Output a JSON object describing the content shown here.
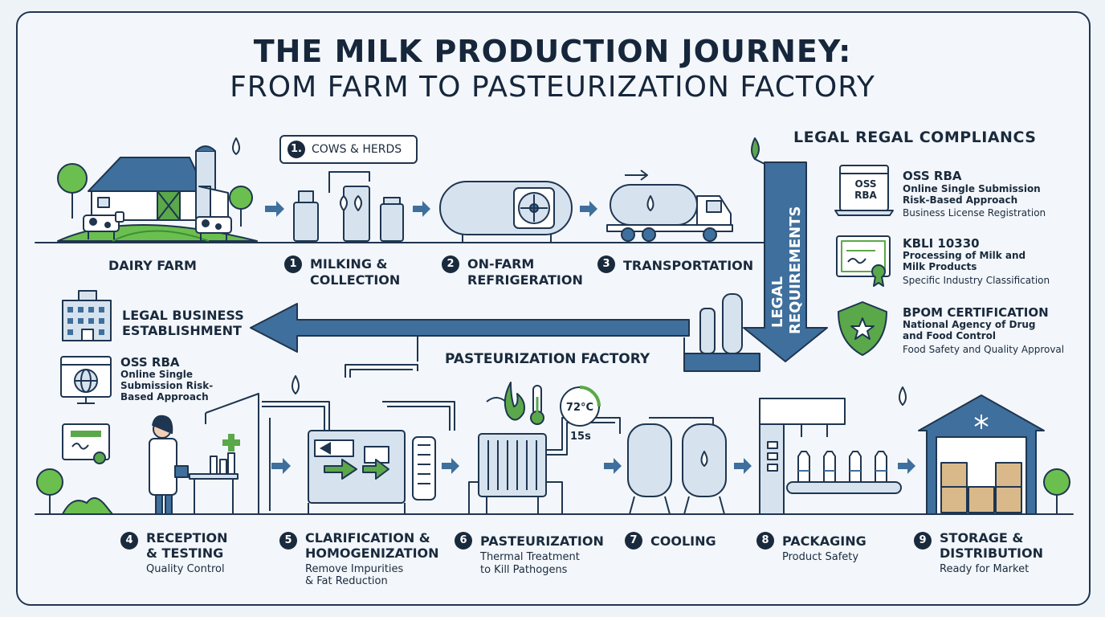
{
  "title": {
    "line1": "THE MILK PRODUCTION JOURNEY:",
    "line2": "FROM FARM TO PASTEURIZATION FACTORY"
  },
  "farm": {
    "dairy_farm": "DAIRY FARM",
    "callout": {
      "number": "1.",
      "label": "COWS & HERDS"
    }
  },
  "top_steps": [
    {
      "number": "1",
      "label": "MILKING & COLLECTION",
      "line1": "MILKING &",
      "line2": "COLLECTION"
    },
    {
      "number": "2",
      "label": "ON-FARM REFRIGERATION",
      "line1": "ON-FARM",
      "line2": "REFRIGERATION"
    },
    {
      "number": "3",
      "label": "TRANSPORTATION",
      "line1": "TRANSPORTATION",
      "line2": ""
    }
  ],
  "legal": {
    "heading": "LEGAL REGAL COMPLIANCS",
    "arrow_line1": "LEGAL",
    "arrow_line2": "REQUIREMENTS",
    "items": [
      {
        "icon": "oss-rba-laptop-icon",
        "badge": "OSS RBA",
        "title": "OSS RBA",
        "sub1": "Online Single Submission",
        "sub2": "Risk-Based Approach",
        "desc": "Business License Registration"
      },
      {
        "icon": "certificate-icon",
        "badge": "",
        "title": "KBLI 10330",
        "sub1": "Processing of Milk and",
        "sub2": "Milk Products",
        "desc": "Specific Industry Classification"
      },
      {
        "icon": "shield-star-icon",
        "badge": "",
        "title": "BPOM CERTIFICATION",
        "sub1": "National Agency of Drug",
        "sub2": "and Food Control",
        "desc": "Food Safety and Quality Approval"
      }
    ]
  },
  "business": {
    "title_line1": "LEGAL BUSINESS",
    "title_line2": "ESTABLISHMENT",
    "oss_title": "OSS RBA",
    "oss_sub1": "Online Single",
    "oss_sub2": "Submission Risk-",
    "oss_sub3": "Based Approach"
  },
  "factory": {
    "label": "PASTEURIZATION FACTORY",
    "temperature": "72°C",
    "time": "15s"
  },
  "bottom_steps": [
    {
      "number": "4",
      "line1": "RECEPTION",
      "line2": "& TESTING",
      "sub1": "Quality Control",
      "sub2": ""
    },
    {
      "number": "5",
      "line1": "CLARIFICATION &",
      "line2": "HOMOGENIZATION",
      "sub1": "Remove Impurities",
      "sub2": "& Fat Reduction"
    },
    {
      "number": "6",
      "line1": "PASTEURIZATION",
      "line2": "",
      "sub1": "Thermal Treatment",
      "sub2": "to Kill Pathogens"
    },
    {
      "number": "7",
      "line1": "COOLING",
      "line2": "",
      "sub1": "",
      "sub2": ""
    },
    {
      "number": "8",
      "line1": "PACKAGING",
      "line2": "",
      "sub1": "Product Safety",
      "sub2": ""
    },
    {
      "number": "9",
      "line1": "STORAGE &",
      "line2": "DISTRIBUTION",
      "sub1": "Ready for Market",
      "sub2": ""
    }
  ],
  "colors": {
    "navy": "#1f3550",
    "blue": "#3f6f9c",
    "green": "#5aa84a",
    "steel": "#d6e3ef"
  }
}
